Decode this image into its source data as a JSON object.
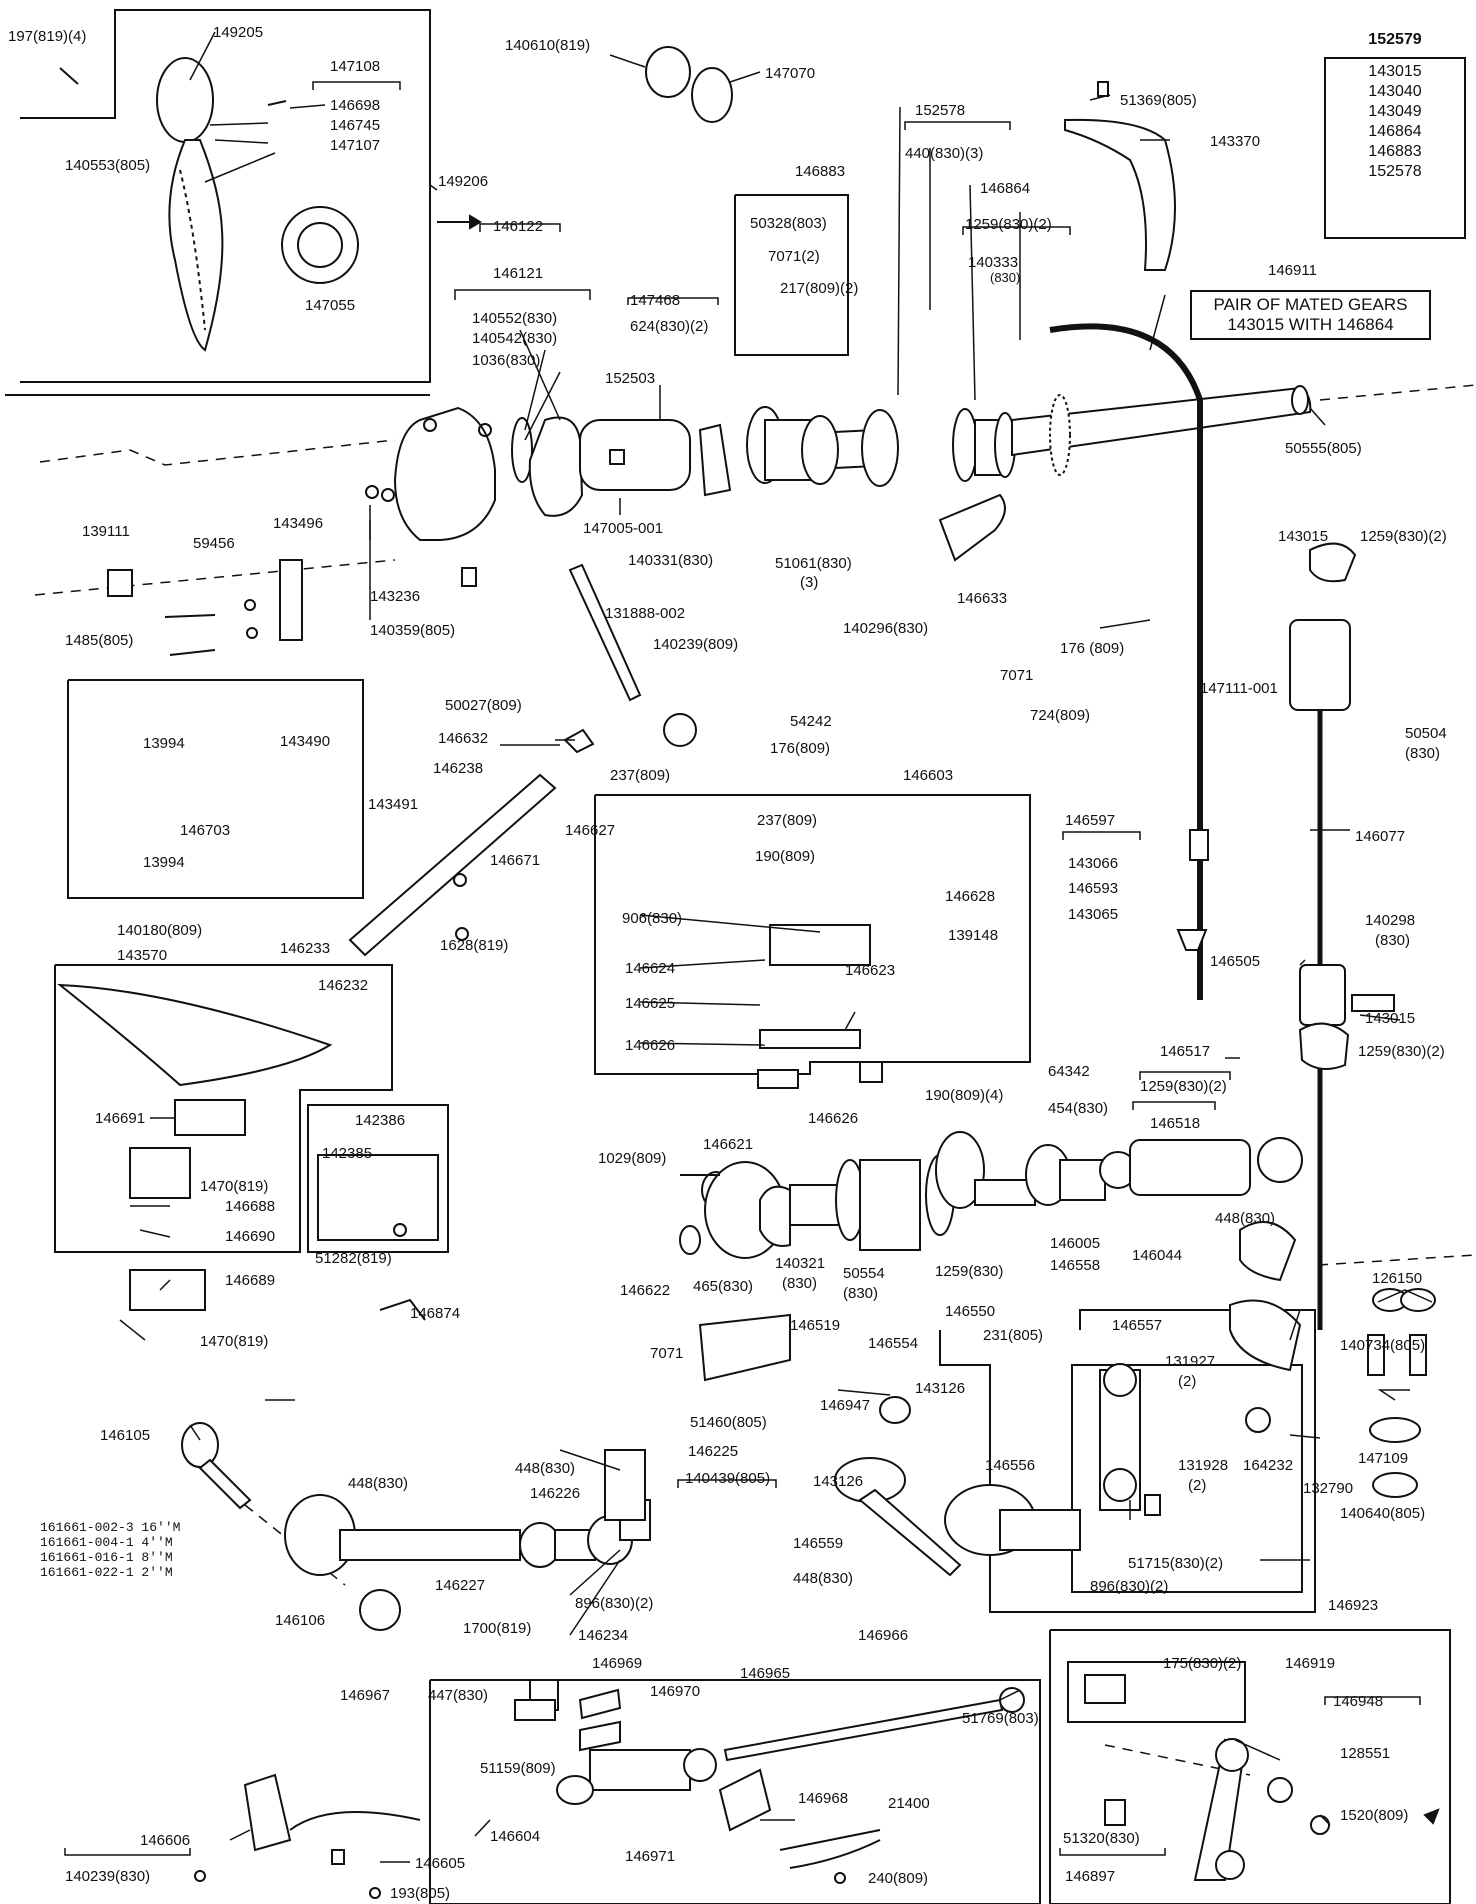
{
  "labels": {
    "l_197": "197(819)(4)",
    "l_149205": "149205",
    "l_147108": "147108",
    "l_146698": "146698",
    "l_146745": "146745",
    "l_140553": "140553(805)",
    "l_147107": "147107",
    "l_149206": "149206",
    "l_147055": "147055",
    "l_140610": "140610(819)",
    "l_147070": "147070",
    "l_152578_top": "152578",
    "l_440": "440(830)(3)",
    "l_146864": "146864",
    "l_1259a": "1259(830)(2)",
    "l_140333": "140333",
    "l_140333b": "(830)",
    "l_51369": "51369(805)",
    "l_143370": "143370",
    "l_146911": "146911",
    "l_146883": "146883",
    "l_50328": "50328(803)",
    "l_7071a": "7071(2)",
    "l_217": "217(809)(2)",
    "l_147468": "147468",
    "l_624": "624(830)(2)",
    "l_152503": "152503",
    "l_146122": "146122",
    "l_146121": "146121",
    "l_140552": "140552(830)",
    "l_140542": "140542(830)",
    "l_1036": "1036(830)",
    "l_50555": "50555(805)",
    "l_147005": "147005-001",
    "l_140331": "140331(830)",
    "l_51061": "51061(830)",
    "l_51061b": "(3)",
    "l_140296": "140296(830)",
    "l_146633": "146633",
    "l_7071b": "7071",
    "l_724": "724(809)",
    "l_176a": "176 (809)",
    "l_139111": "139111",
    "l_59456": "59456",
    "l_143496": "143496",
    "l_1485": "1485(805)",
    "l_143236": "143236",
    "l_140359": "140359(805)",
    "l_131888": "131888-002",
    "l_140239a": "140239(809)",
    "l_143015a": "143015",
    "l_1259b": "1259(830)(2)",
    "l_147111": "147111-001",
    "l_50504": "50504",
    "l_50504b": "(830)",
    "l_13994a": "13994",
    "l_143490": "143490",
    "l_143491": "143491",
    "l_146703": "146703",
    "l_13994b": "13994",
    "l_50027": "50027(809)",
    "l_54242": "54242",
    "l_176b": "176(809)",
    "l_146632": "146632",
    "l_146238": "146238",
    "l_237a": "237(809)",
    "l_146603": "146603",
    "l_146627": "146627",
    "l_237b": "237(809)",
    "l_190a": "190(809)",
    "l_146628": "146628",
    "l_906": "906(830)",
    "l_139148": "139148",
    "l_146624": "146624",
    "l_146623": "146623",
    "l_146625": "146625",
    "l_146626a": "146626",
    "l_146597": "146597",
    "l_143066": "143066",
    "l_146593": "146593",
    "l_143065": "143065",
    "l_146077": "146077",
    "l_140298": "140298",
    "l_140298b": "(830)",
    "l_146505": "146505",
    "l_143015b": "143015",
    "l_1259c": "1259(830)(2)",
    "l_146671": "146671",
    "l_140180": "140180(809)",
    "l_143570": "143570",
    "l_1628": "1628(819)",
    "l_146233": "146233",
    "l_146232": "146232",
    "l_146626b": "146626",
    "l_190b": "190(809)(4)",
    "l_64342": "64342",
    "l_454": "454(830)",
    "l_146517": "146517",
    "l_1259d": "1259(830)(2)",
    "l_146518": "146518",
    "l_448a": "448(830)",
    "l_146691": "146691",
    "l_1470a": "1470(819)",
    "l_146688": "146688",
    "l_146690": "146690",
    "l_146689": "146689",
    "l_1470b": "1470(819)",
    "l_142386": "142386",
    "l_142385": "142385",
    "l_51282": "51282(819)",
    "l_146874": "146874",
    "l_1029": "1029(809)",
    "l_146621": "146621",
    "l_146622": "146622",
    "l_465": "465(830)",
    "l_140321": "140321",
    "l_140321b": "(830)",
    "l_50554": "50554",
    "l_50554b": "(830)",
    "l_146519": "146519",
    "l_146554": "146554",
    "l_1259e": "1259(830)",
    "l_146550": "146550",
    "l_146005": "146005",
    "l_146558": "146558",
    "l_146044": "146044",
    "l_231": "231(805)",
    "l_126150": "126150",
    "l_140734": "140734(805)",
    "l_146557": "146557",
    "l_131927": "131927",
    "l_131927b": "(2)",
    "l_7071c": "7071",
    "l_51460": "51460(805)",
    "l_146947": "146947",
    "l_143126a": "143126",
    "l_164232": "164232",
    "l_132790": "132790",
    "l_147109": "147109",
    "l_140640": "140640(805)",
    "l_146105": "146105",
    "l_448b": "448(830)",
    "l_448c": "448(830)",
    "l_146226": "146226",
    "l_146225": "146225",
    "l_140439": "140439(805)",
    "l_143126b": "143126",
    "l_146556": "146556",
    "l_131928": "131928",
    "l_131928b": "(2)",
    "l_146559": "146559",
    "l_448d": "448(830)",
    "l_51715": "51715(830)(2)",
    "l_896a": "896(830)(2)",
    "l_146227": "146227",
    "l_896b": "896(830)(2)",
    "l_146234": "146234",
    "l_146106": "146106",
    "l_146923": "146923",
    "l_146966": "146966",
    "l_1700": "1700(819)",
    "l_146969": "146969",
    "l_146970": "146970",
    "l_146965": "146965",
    "l_51769": "51769(803)",
    "l_146967": "146967",
    "l_447": "447(830)",
    "l_175": "175(830)(2)",
    "l_146919": "146919",
    "l_146948": "146948",
    "l_128551": "128551",
    "l_51159": "51159(809)",
    "l_146968": "146968",
    "l_21400": "21400",
    "l_146971": "146971",
    "l_240": "240(809)",
    "l_146606": "146606",
    "l_146604": "146604",
    "l_146605": "146605",
    "l_140239b": "140239(830)",
    "l_193": "193(805)",
    "l_51320": "51320(830)",
    "l_1520": "1520(809)",
    "l_146897": "146897"
  },
  "kit": {
    "title": "152579",
    "items": [
      "143015",
      "143040",
      "143049",
      "146864",
      "146883",
      "152578"
    ]
  },
  "mated_gears": {
    "line1": "PAIR OF MATED GEARS",
    "line2": "143015 WITH 146864"
  },
  "lengths": [
    "161661-002-3 16''M",
    "161661-004-1 4''M",
    "161661-016-1 8''M",
    "161661-022-1 2''M"
  ]
}
